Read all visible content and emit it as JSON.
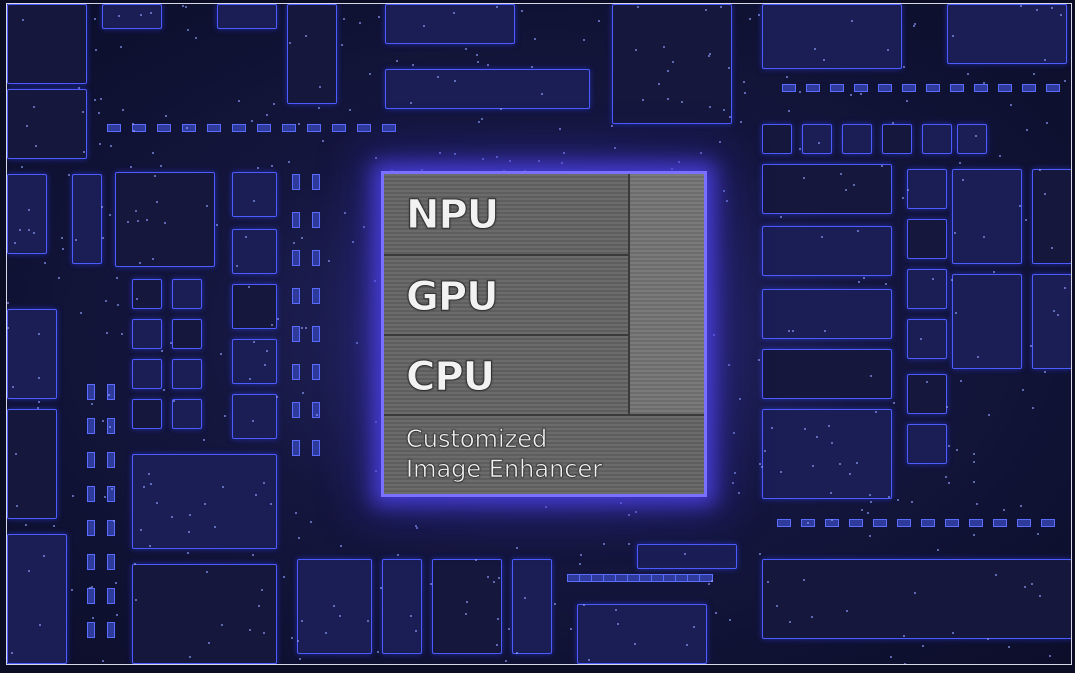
{
  "chip": {
    "blocks": [
      "NPU",
      "GPU",
      "CPU"
    ],
    "enhancer_line1": "Customized",
    "enhancer_line2": "Image Enhancer"
  },
  "colors": {
    "accent": "#5548ff",
    "background": "#0c0e2a",
    "die": "#5e5e5e"
  }
}
